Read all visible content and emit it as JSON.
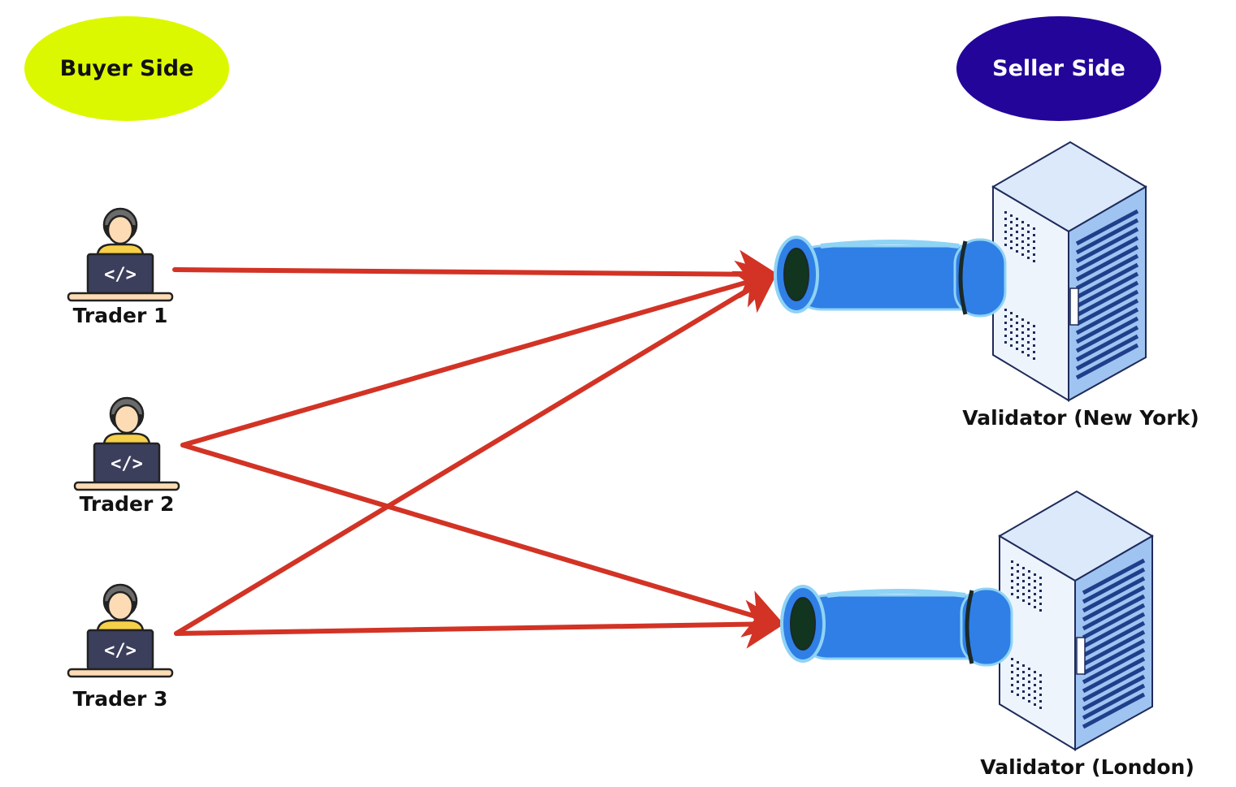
{
  "buyer_side": {
    "label": "Buyer Side",
    "color": "#dcf800",
    "text_color": "#111111"
  },
  "seller_side": {
    "label": "Seller Side",
    "color": "#24059a",
    "text_color": "#ffffff"
  },
  "traders": [
    {
      "id": "trader1",
      "label": "Trader 1",
      "icon": "developer-laptop-icon"
    },
    {
      "id": "trader2",
      "label": "Trader 2",
      "icon": "developer-laptop-icon"
    },
    {
      "id": "trader3",
      "label": "Trader 3",
      "icon": "developer-laptop-icon"
    }
  ],
  "validators": [
    {
      "id": "newyork",
      "label": "Validator (New York)",
      "icon": "server-rack-icon",
      "pipe_icon": "pipe-icon"
    },
    {
      "id": "london",
      "label": "Validator (London)",
      "icon": "server-rack-icon",
      "pipe_icon": "pipe-icon"
    }
  ],
  "connections": [
    {
      "from": "trader1",
      "to": "newyork"
    },
    {
      "from": "trader2",
      "to": "newyork"
    },
    {
      "from": "trader2",
      "to": "london"
    },
    {
      "from": "trader3",
      "to": "newyork"
    },
    {
      "from": "trader3",
      "to": "london"
    }
  ],
  "colors": {
    "arrow": "#d23325",
    "pipe": "#2f7fe6",
    "pipe_highlight": "#8fd3f5",
    "server": "#9fc4f2",
    "laptop": "#3b3f5c"
  }
}
